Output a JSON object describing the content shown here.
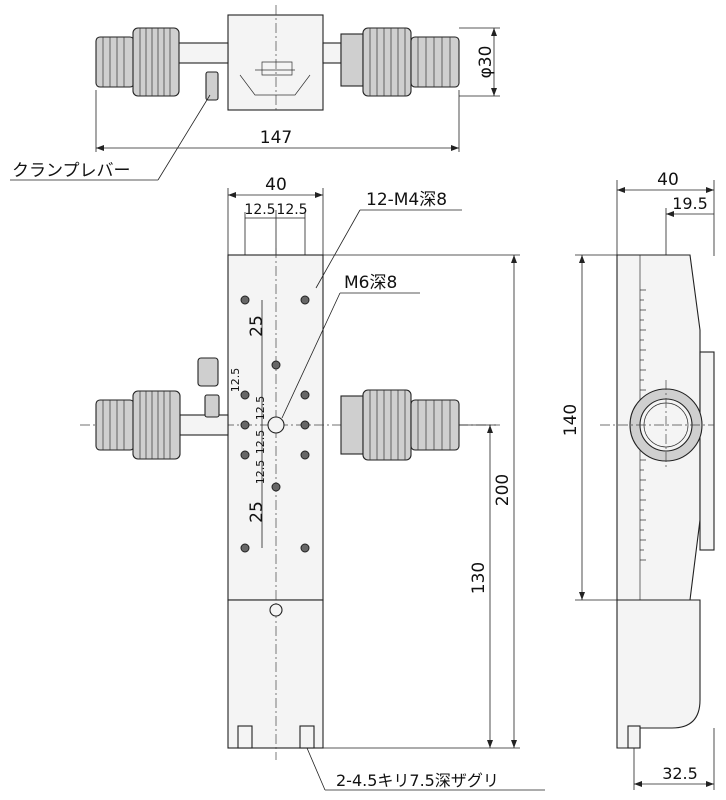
{
  "labels": {
    "top_width": "147",
    "top_diameter": "φ30",
    "clamp_lever": "クランプレバー",
    "front_width": "40",
    "pitch_a": "12.5",
    "pitch_b": "12.5",
    "tapped_holes": "12-M4深8",
    "center_hole": "M6深8",
    "v_pitch_top": "25",
    "v_pitch_bottom": "25",
    "small_pitch_1": "12.5",
    "small_pitch_2": "12.5",
    "small_pitch_3": "12.5",
    "small_pitch_4": "12.5",
    "height_200": "200",
    "height_130": "130",
    "mount_holes": "2-4.5キリ7.5深ザグリ",
    "side_width": "40",
    "side_offset": "19.5",
    "side_height": "140",
    "side_bottom": "32.5"
  }
}
